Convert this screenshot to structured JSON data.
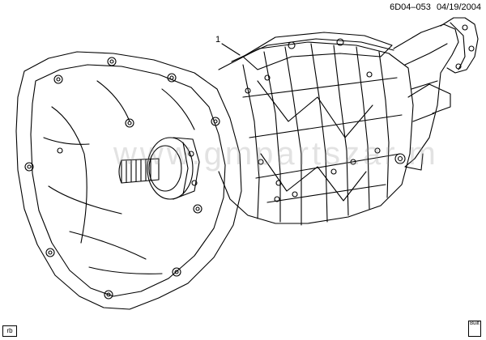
{
  "reference": {
    "code": "6D04–053",
    "date": "04/19/2004"
  },
  "callout": {
    "number": "1"
  },
  "watermark": {
    "text": "www.gmpartszar.m"
  },
  "tags": {
    "bottom_left": "rb",
    "bottom_right": "Built"
  },
  "icons": {
    "main": "manual-transmission-icon",
    "shaft": "input-shaft-icon",
    "leader": "callout-leader-icon"
  },
  "colors": {
    "line": "#000000",
    "background": "#ffffff",
    "watermark": "#969696"
  }
}
